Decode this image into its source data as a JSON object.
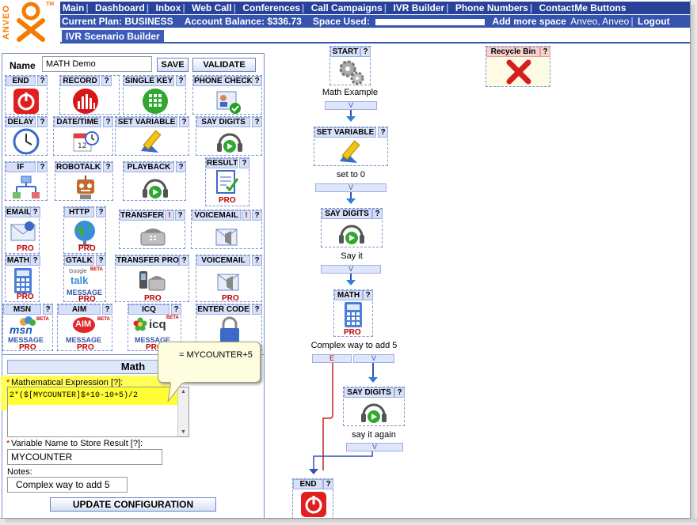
{
  "brand": {
    "logo_text": "ANVEO",
    "trademark": "TM"
  },
  "nav": {
    "items": [
      "Main",
      "Dashboard",
      "Inbox",
      "Web Call",
      "Conferences",
      "Call Campaigns",
      "IVR Builder",
      "Phone Numbers",
      "ContactMe Buttons"
    ]
  },
  "account": {
    "plan_label": "Current Plan: BUSINESS",
    "balance_label": "Account Balance: $336.73",
    "space_label": "Space Used:",
    "add_space": "Add more space",
    "user": "Anveo, Anveo",
    "logout": "Logout"
  },
  "tab": {
    "label": "IVR Scenario Builder"
  },
  "scenario": {
    "name_label": "Name",
    "name_value": "MATH Demo",
    "save": "SAVE",
    "validate": "VALIDATE"
  },
  "palette": [
    {
      "label": "END"
    },
    {
      "label": "RECORD"
    },
    {
      "label": "SINGLE KEY"
    },
    {
      "label": "PHONE CHECK"
    },
    {
      "label": "DELAY"
    },
    {
      "label": "DATE/TIME"
    },
    {
      "label": "SET VARIABLE"
    },
    {
      "label": "SAY DIGITS"
    },
    {
      "label": "IF"
    },
    {
      "label": "ROBOTALK"
    },
    {
      "label": "PLAYBACK"
    },
    {
      "label": "RESULT"
    },
    {
      "label": "EMAIL"
    },
    {
      "label": "HTTP"
    },
    {
      "label": "TRANSFER"
    },
    {
      "label": "VOICEMAIL"
    },
    {
      "label": "MATH"
    },
    {
      "label": "GTALK"
    },
    {
      "label": "TRANSFER PRO"
    },
    {
      "label": "VOICEMAIL"
    },
    {
      "label": "MSN"
    },
    {
      "label": "AIM"
    },
    {
      "label": "ICQ"
    },
    {
      "label": "ENTER CODE"
    }
  ],
  "badges": {
    "pro": "PRO",
    "help": "?",
    "alert": "!",
    "beta": "BETA",
    "message": "MESSAGE",
    "google": "Google",
    "talk": "talk",
    "msn": "msn",
    "aim": "AIM",
    "icq": "icq"
  },
  "math_panel": {
    "title": "Math",
    "expr_label": "Mathematical Expression [?]:",
    "expr_value": "2*($[MYCOUNTER]$+10-10+5)/2",
    "var_label": "Variable Name to Store Result [?]:",
    "var_value": "MYCOUNTER",
    "notes_label": "Notes:",
    "notes_value": "Complex way to add 5",
    "update": "UPDATE CONFIGURATION",
    "required_mark": "*"
  },
  "tooltip": {
    "text": "= MYCOUNTER+5"
  },
  "recycle": {
    "label": "Recycle Bin"
  },
  "flow": {
    "start": {
      "label": "START",
      "caption": "Math Example"
    },
    "setvar": {
      "label": "SET VARIABLE",
      "caption": "set to 0"
    },
    "saydigits1": {
      "label": "SAY DIGITS",
      "caption": "Say it"
    },
    "math": {
      "label": "MATH",
      "caption": "Complex way to add 5",
      "err": "E"
    },
    "saydigits2": {
      "label": "SAY DIGITS",
      "caption": "say it again"
    },
    "end": {
      "label": "END"
    },
    "next": "V"
  },
  "colors": {
    "nav_bg": "#28429a",
    "accent": "#3653ad",
    "pro": "#c00000",
    "highlight": "#ffff33",
    "logo": "#f57c00"
  }
}
